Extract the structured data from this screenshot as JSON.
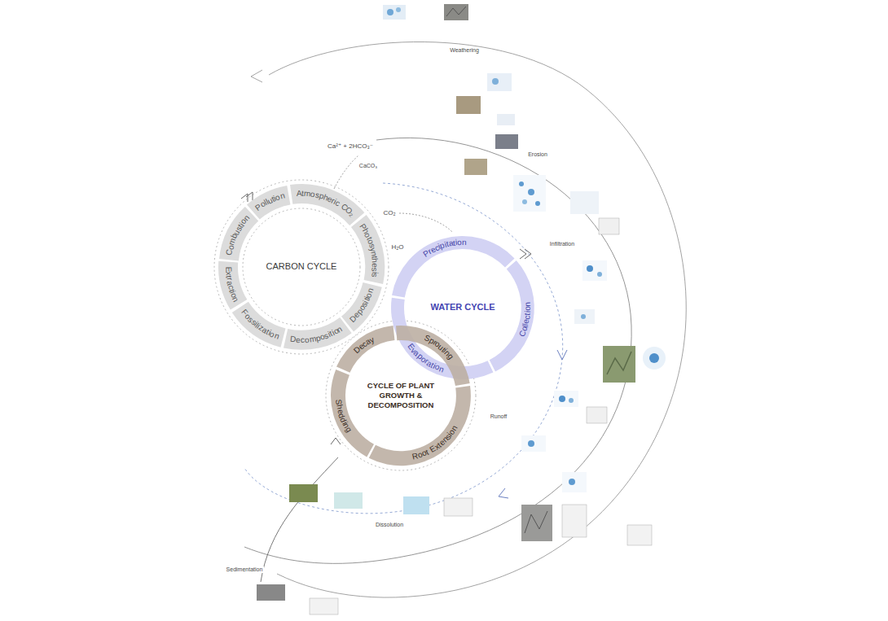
{
  "diagram": {
    "nodes": [
      {
        "text": [
          "CARBON CYCLE"
        ]
      },
      {
        "text": [
          "Atmospheric CO₂"
        ],
        "in": 0
      },
      {
        "text": [
          "Photosynthesis"
        ],
        "in": 0
      },
      {
        "text": [
          "Deposition"
        ],
        "in": 0
      },
      {
        "text": [
          "Decomposition"
        ],
        "in": 0
      },
      {
        "text": [
          "Fossilization"
        ],
        "in": 0
      },
      {
        "text": [
          "Extraction"
        ],
        "in": 0
      },
      {
        "text": [
          "Combustion"
        ],
        "in": 0
      },
      {
        "text": [
          "Pollution"
        ],
        "in": 0
      },
      {
        "text": [
          "WATER CYCLE"
        ]
      },
      {
        "text": [
          "Precipitation"
        ],
        "in": 9
      },
      {
        "text": [
          "Collection"
        ],
        "in": 9
      },
      {
        "text": [
          "Evaporation"
        ],
        "in": 9
      },
      {
        "text": [
          "CYCLE OF PLANT GROWTH & DECOMPOSITION"
        ]
      },
      {
        "text": [
          "Decay"
        ],
        "in": 13
      },
      {
        "text": [
          "Sprouting"
        ],
        "in": 13
      },
      {
        "text": [
          "Root Extension"
        ],
        "in": 13
      },
      {
        "text": [
          "Shedding"
        ],
        "in": 13
      }
    ],
    "labels": [
      "Ca²⁺ + 2HCO₃⁻",
      "CaCO₃",
      "CO₂",
      "H₂O",
      "Weathering",
      "Erosion",
      "Infiltration",
      "Runoff",
      "Dissolution",
      "Sedimentation"
    ]
  }
}
